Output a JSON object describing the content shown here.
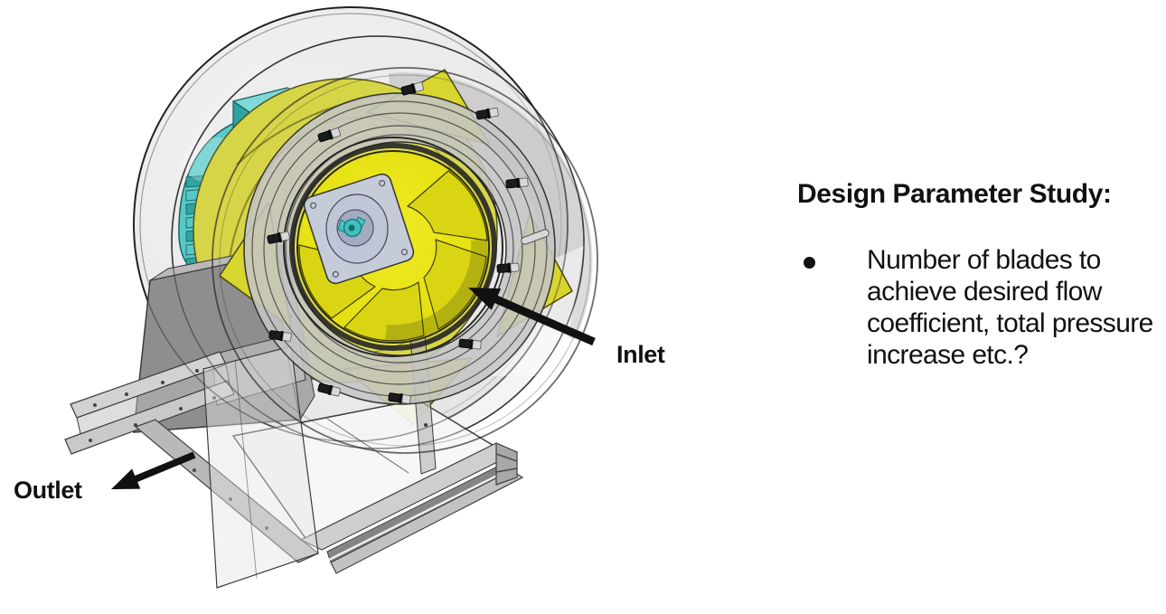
{
  "slide": {
    "background": "#ffffff"
  },
  "figure": {
    "description": "Transparent 3D CAD render of a centrifugal fan assembly: yellow impeller, teal electric motor, bolted inlet ring, steel base frame with outlet duct",
    "labels": {
      "inlet": "Inlet",
      "outlet": "Outlet"
    },
    "colors": {
      "bg": "#ffffff",
      "ink": "#111111",
      "housing_fill": "#ececec",
      "housing_line": "#242424",
      "impeller_yellow": "#e4df10",
      "impeller_olive": "#d6d547",
      "motor_teal": "#58c8c6",
      "motor_teal_dark": "#2fa3a1",
      "hub_silver": "#bfc6d8",
      "steel_light": "#d2d2d2",
      "steel_mid": "#8f8f8f"
    }
  },
  "notes": {
    "heading": "Design Parameter Study:",
    "bullets": [
      "Number of blades to achieve desired flow coefficient, total pressure increase etc.?"
    ]
  }
}
